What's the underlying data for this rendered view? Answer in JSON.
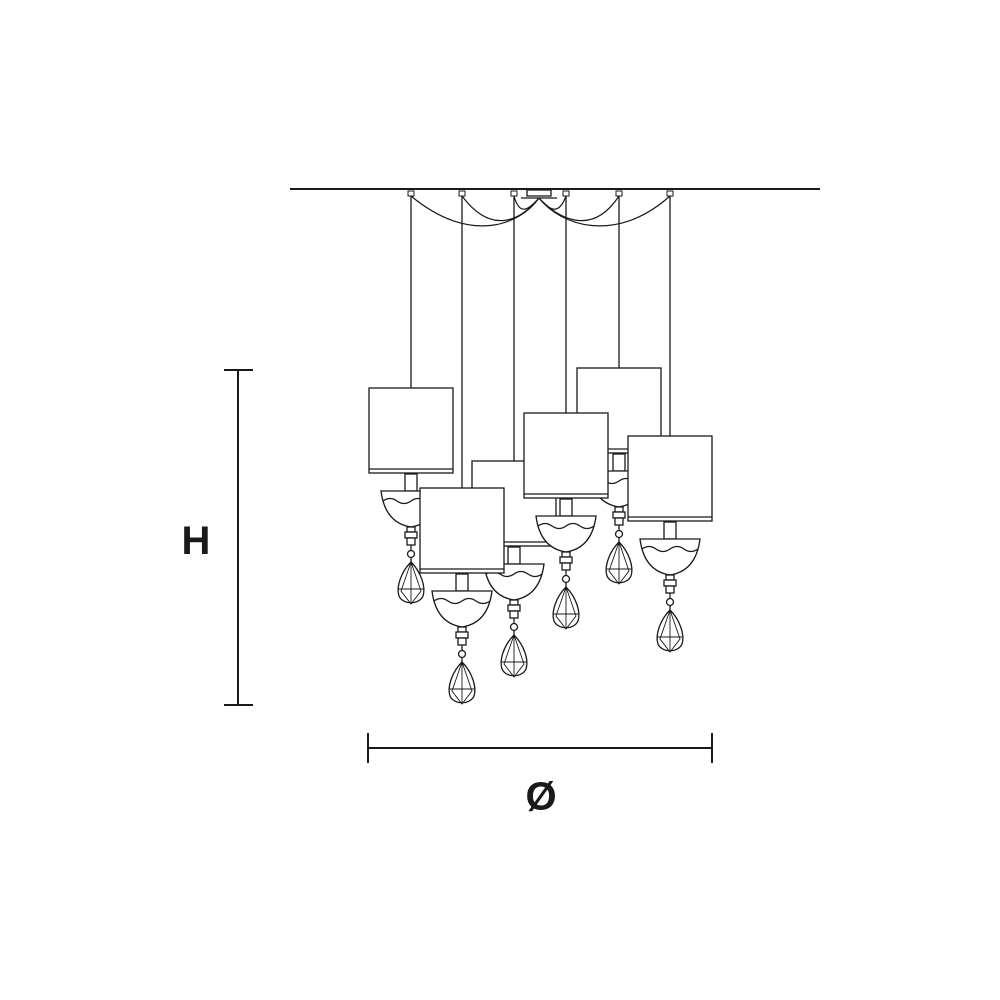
{
  "dimensions": {
    "height_label": "H",
    "diameter_label": "Ø"
  },
  "fixture": {
    "pendant_count": 6,
    "colors": {
      "line": "#1a1a1a",
      "background": "#ffffff"
    }
  }
}
